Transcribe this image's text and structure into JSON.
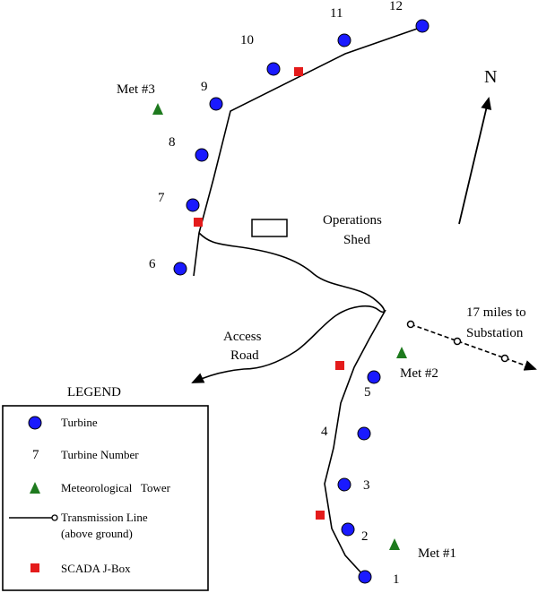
{
  "compass": {
    "label": "N"
  },
  "labels": {
    "operations_shed": [
      "Operations",
      "Shed"
    ],
    "access_road": [
      "Access",
      "Road"
    ],
    "substation": [
      "17 miles to",
      "Substation"
    ]
  },
  "turbine_numbers": [
    "1",
    "2",
    "3",
    "4",
    "5",
    "6",
    "7",
    "8",
    "9",
    "10",
    "11",
    "12"
  ],
  "met_towers": [
    "Met #1",
    "Met #2",
    "Met #3"
  ],
  "legend": {
    "title": "LEGEND",
    "items": [
      {
        "label": "Turbine",
        "icon": "turbine-circle-icon"
      },
      {
        "label": "Turbine Number",
        "sample": "7"
      },
      {
        "label": "Meteorological   Tower",
        "icon": "met-tower-triangle-icon"
      },
      {
        "label": [
          "Transmission Line",
          "(above ground)"
        ],
        "icon": "transmission-line-icon"
      },
      {
        "label": "SCADA J-Box",
        "icon": "scada-jbox-square-icon"
      }
    ]
  },
  "colors": {
    "turbine": "#1a1aff",
    "met_tower": "#1e7a1e",
    "scada": "#e41b1b",
    "line": "#000000"
  }
}
